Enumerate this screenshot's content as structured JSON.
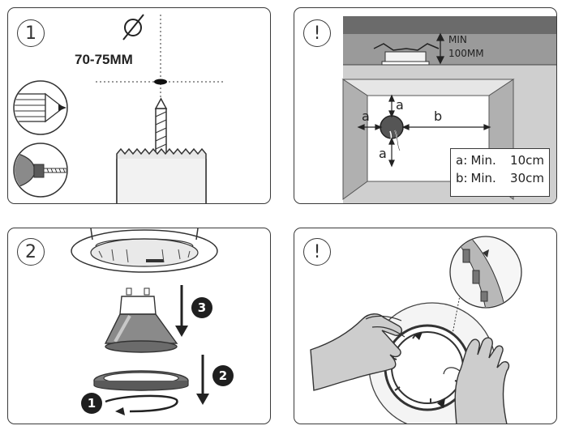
{
  "panels": [
    {
      "badge": "1",
      "dimension": "70-75MM"
    },
    {
      "badge": "!",
      "min_label": "MIN",
      "min_value": "100MM",
      "label_a": "a",
      "label_b": "b",
      "legend": [
        {
          "key": "a:",
          "text": "Min.",
          "value": "10cm"
        },
        {
          "key": "b:",
          "text": "Min.",
          "value": "30cm"
        }
      ]
    },
    {
      "badge": "2",
      "steps": [
        "1",
        "2",
        "3"
      ]
    },
    {
      "badge": "!"
    }
  ],
  "colors": {
    "outline": "#3a3a3a",
    "ceiling_dark": "#6b6b6b",
    "ceiling_mid": "#9a9a9a",
    "ceiling_light": "#cfcfcf",
    "lamp_grey": "#8a8a8a"
  },
  "icons": [
    "no-diameter-icon",
    "pencil-icon",
    "drill-icon",
    "hole-saw-icon",
    "downlight-icon",
    "gu10-lamp-icon",
    "retaining-ring-icon",
    "hand-icon"
  ]
}
